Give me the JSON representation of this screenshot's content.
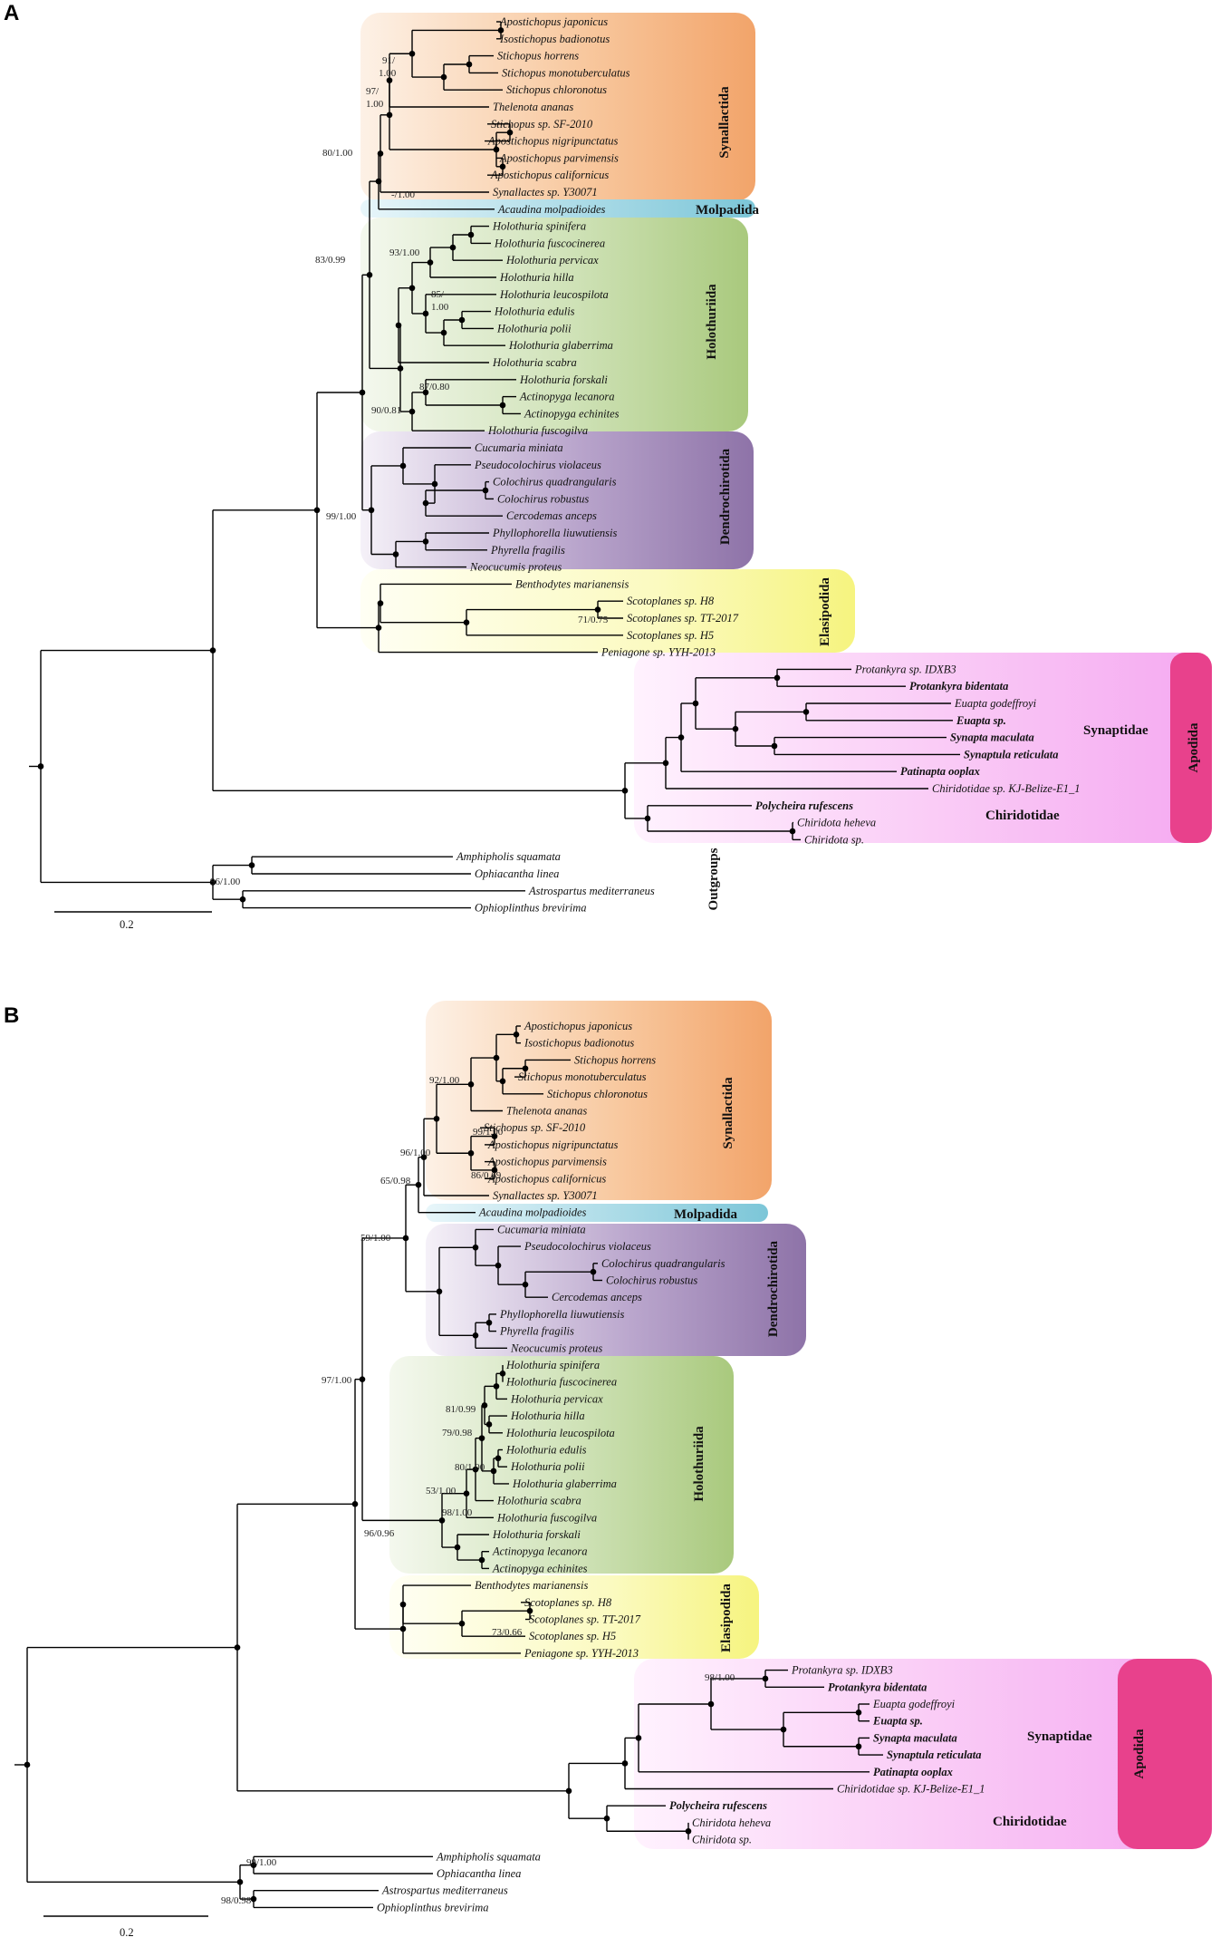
{
  "panel_a": {
    "label": "A",
    "scale_label": "0.2",
    "clades": {
      "synallactida": "Synallactida",
      "molpadida": "Molpadida",
      "holothuriida": "Holothuriida",
      "dendrochirotida": "Dendrochirotida",
      "elasipodida": "Elasipodida",
      "synaptidae": "Synaptidae",
      "chiridotidae": "Chiridotidae",
      "apodida": "Apodida",
      "outgroups": "Outgroups"
    },
    "taxa": [
      "Apostichopus japonicus",
      "Isostichopus badionotus",
      "Stichopus horrens",
      "Stichopus monotuberculatus",
      "Stichopus chloronotus",
      "Thelenota ananas",
      "Stichopus sp. SF-2010",
      "Apostichopus nigripunctatus",
      "Apostichopus  parvimensis",
      "Apostichopus californicus",
      "Synallactes sp. Y30071",
      "Acaudina molpadioides",
      "Holothuria spinifera",
      "Holothuria fuscocinerea",
      "Holothuria pervicax",
      "Holothuria hilla",
      "Holothuria leucospilota",
      "Holothuria edulis",
      "Holothuria polii",
      "Holothuria glaberrima",
      "Holothuria scabra",
      "Holothuria forskali",
      "Actinopyga lecanora",
      "Actinopyga echinites",
      "Holothuria fuscogilva",
      "Cucumaria miniata",
      "Pseudocolochirus violaceus",
      "Colochirus quadrangularis",
      "Colochirus robustus",
      "Cercodemas anceps",
      "Phyllophorella liuwutiensis",
      "Phyrella fragilis",
      "Neocucumis proteus",
      "Benthodytes marianensis",
      "Scotoplanes sp. H8",
      "Scotoplanes sp. TT-2017",
      "Scotoplanes sp. H5",
      "Peniagone sp. YYH-2013",
      "Protankyra sp. IDXB3",
      "Protankyra bidentata",
      "Euapta godeffroyi",
      "Euapta sp.",
      "Synapta maculata",
      "Synaptula reticulata",
      "Patinapta ooplax",
      "Chiridotidae sp. KJ-Belize-E1_1",
      "Polycheira rufescens",
      "Chiridota heheva",
      "Chiridota sp.",
      "Amphipholis squamata",
      "Ophiacantha linea",
      "Astrospartus mediterraneus",
      "Ophioplinthus brevirima"
    ],
    "supports": [
      "91/",
      "1.00",
      "97/",
      "1.00",
      "80/1.00",
      "-/1.00",
      "83/0.99",
      "93/1.00",
      "85/",
      "1.00",
      "87/0.80",
      "90/0.81",
      "99/1.00",
      "71/0.75",
      "96/1.00"
    ]
  },
  "panel_b": {
    "label": "B",
    "scale_label": "0.2",
    "clades": {
      "synallactida": "Synallactida",
      "molpadida": "Molpadida",
      "dendrochirotida": "Dendrochirotida",
      "holothuriida": "Holothuriida",
      "elasipodida": "Elasipodida",
      "synaptidae": "Synaptidae",
      "chiridotidae": "Chiridotidae",
      "apodida": "Apodida"
    },
    "taxa": [
      "Apostichopus japonicus",
      "Isostichopus badionotus",
      "Stichopus horrens",
      "Stichopus monotuberculatus",
      "Stichopus chloronotus",
      "Thelenota ananas",
      "Stichopus sp. SF-2010",
      "Apostichopus nigripunctatus",
      "Apostichopus  parvimensis",
      "Apostichopus californicus",
      "Synallactes sp. Y30071",
      "Acaudina molpadioides",
      "Cucumaria miniata",
      "Pseudocolochirus violaceus",
      "Colochirus quadrangularis",
      "Colochirus robustus",
      "Cercodemas anceps",
      "Phyllophorella liuwutiensis",
      "Phyrella fragilis",
      "Neocucumis proteus",
      "Holothuria spinifera",
      "Holothuria fuscocinerea",
      "Holothuria pervicax",
      "Holothuria hilla",
      "Holothuria leucospilota",
      "Holothuria edulis",
      "Holothuria polii",
      "Holothuria glaberrima",
      "Holothuria scabra",
      "Holothuria fuscogilva",
      "Holothuria forskali",
      "Actinopyga lecanora",
      "Actinopyga echinites",
      "Benthodytes marianensis",
      "Scotoplanes sp. H8",
      "Scotoplanes sp. TT-2017",
      "Scotoplanes sp. H5",
      "Peniagone sp. YYH-2013",
      "Protankyra sp. IDXB3",
      "Protankyra bidentata",
      "Euapta godeffroyi",
      "Euapta sp.",
      "Synapta maculata",
      "Synaptula reticulata",
      "Patinapta ooplax",
      "Chiridotidae sp. KJ-Belize-E1_1",
      "Polycheira rufescens",
      "Chiridota heheva",
      "Chiridota sp.",
      "Amphipholis squamata",
      "Ophiacantha linea",
      "Astrospartus mediterraneus",
      "Ophioplinthus brevirima"
    ],
    "supports": [
      "92/1.00",
      "99/1.00",
      "86/0.69",
      "96/1.00",
      "65/0.98",
      "59/1.00",
      "97/1.00",
      "81/0.99",
      "79/0.98",
      "80/1.00",
      "53/1.00",
      "98/1.00",
      "96/0.96",
      "73/0.66",
      "98/1.00",
      "99/1.00",
      "98/0.98"
    ]
  },
  "colors": {
    "synallactida": "#f2a46a",
    "molpadida": "#7cc6d8",
    "holothuriida": "#a9c97d",
    "dendrochirotida": "#8e73a8",
    "elasipodida": "#f6f47f",
    "apodida_light": "#f5a9f1",
    "apodida_strong": "#e8418c"
  }
}
